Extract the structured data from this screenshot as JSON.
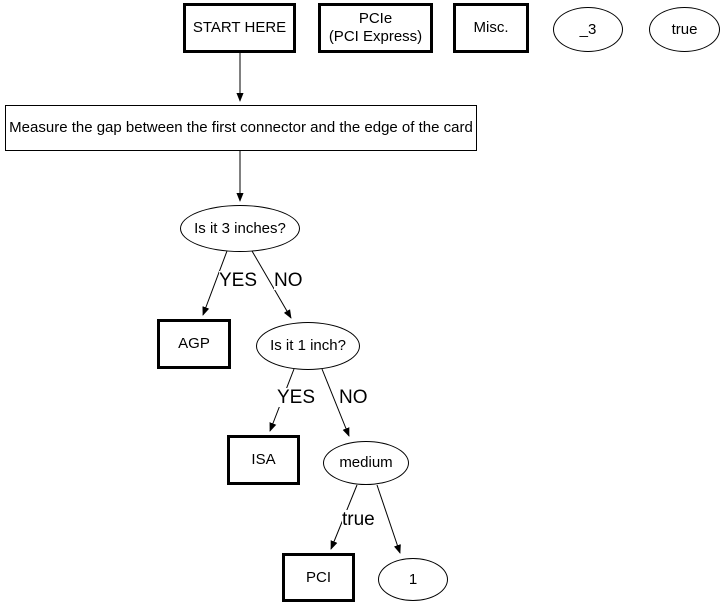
{
  "diagram": {
    "title": "expansion slot identification decision tree",
    "colors": {
      "line": "#000000",
      "background": "#ffffff",
      "text": "#000000"
    },
    "nodes": {
      "start_here": {
        "label": "START HERE",
        "shape": "box"
      },
      "pcie": {
        "label": "PCIe\n(PCI Express)",
        "shape": "box"
      },
      "misc": {
        "label": "Misc.",
        "shape": "box"
      },
      "underscore3": {
        "label": "_3",
        "shape": "ellipse"
      },
      "true_top": {
        "label": "true",
        "shape": "ellipse"
      },
      "measure": {
        "label": "Measure the gap between the first connector and the edge of the card",
        "shape": "box"
      },
      "q_3_inches": {
        "label": "Is it 3 inches?",
        "shape": "ellipse"
      },
      "agp": {
        "label": "AGP",
        "shape": "box"
      },
      "q_1_inch": {
        "label": "Is it 1 inch?",
        "shape": "ellipse"
      },
      "isa": {
        "label": "ISA",
        "shape": "box"
      },
      "medium": {
        "label": "medium",
        "shape": "ellipse"
      },
      "pci": {
        "label": "PCI",
        "shape": "box"
      },
      "one": {
        "label": "1",
        "shape": "ellipse"
      }
    },
    "edge_labels": {
      "yes_1": "YES",
      "no_1": "NO",
      "yes_2": "YES",
      "no_2": "NO",
      "true_mid": "true"
    }
  }
}
